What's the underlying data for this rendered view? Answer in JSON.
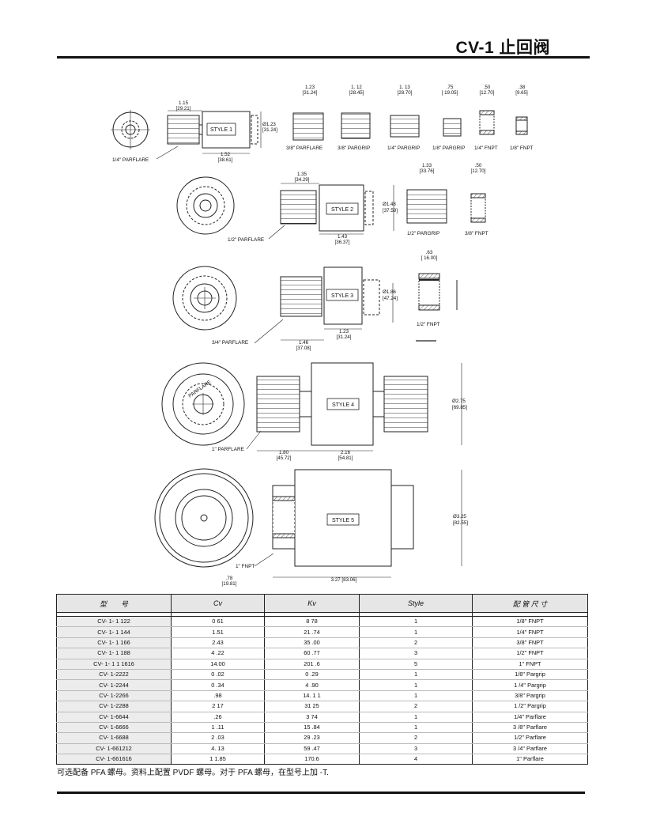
{
  "header": {
    "title": "CV-1 止回阀"
  },
  "styles": [
    {
      "name": "STYLE 1",
      "port": "1/4\"  PARFLARE",
      "len_top": "1.15",
      "len_top_mm": "[29.21]",
      "dia": "Ø1.23",
      "dia_mm": "[31.24]",
      "len_bot": "1.52",
      "len_bot_mm": "[38.61]"
    },
    {
      "name": "STYLE 2",
      "port": "1/2\" PARFLARE",
      "len_top": "1.35",
      "len_top_mm": "[34.29]",
      "dia": "Ø1.48",
      "dia_mm": "[37.59]",
      "len_bot": "1.43",
      "len_bot_mm": "[36.37]"
    },
    {
      "name": "STYLE 3",
      "port": "3/4\"  PARFLARE",
      "dia": "Ø1.86",
      "dia_mm": "[47.24]",
      "len_a": "1.46",
      "len_a_mm": "[37.08]",
      "len_b": "1.23",
      "len_b_mm": "[31.24]"
    },
    {
      "name": "STYLE 4",
      "port": "1\" PARFLARE",
      "dia": "Ø2.75",
      "dia_mm": "[69.85]",
      "len_a": "1.80",
      "len_a_mm": "[45.72]",
      "len_b": "2.16",
      "len_b_mm": "[54.81]",
      "nut_text": "PARFLARE"
    },
    {
      "name": "STYLE 5",
      "port": "1\" FNPT",
      "dia": "Ø3.25",
      "dia_mm": "[82.55]",
      "len_a": ".78",
      "len_a_mm": "[19.81]",
      "len_b": "3.27 [83.06]"
    }
  ],
  "fittings_row1": [
    {
      "label": "3/8\"  PARFLARE",
      "dim": "1.23",
      "dim_mm": "[31.24]"
    },
    {
      "label": "3/8\"  PARGRIP",
      "dim": "1. 12",
      "dim_mm": "[28.45]"
    },
    {
      "label": "1/4\"  PARGRIP",
      "dim": "1. 13",
      "dim_mm": "[28.70]"
    },
    {
      "label": "1/8\"  PARGRIP",
      "dim": ".75",
      "dim_mm": "[ 19.05]"
    },
    {
      "label": "1/4\"  FNPT",
      "dim": ".50",
      "dim_mm": "[12.70]"
    },
    {
      "label": "1/8\"  FNPT",
      "dim": ".38",
      "dim_mm": "[9.65]"
    }
  ],
  "fittings_row2": [
    {
      "label": "1/2\"  PARGRIP",
      "dim": "1.33",
      "dim_mm": "[33.76]"
    },
    {
      "label": "3/8\"  FNPT",
      "dim": ".50",
      "dim_mm": "[12.70]"
    }
  ],
  "fittings_row3": [
    {
      "label": "1/2\"  FNPT",
      "dim": ".63",
      "dim_mm": "[ 16.00]"
    }
  ],
  "table": {
    "headers": [
      "型　　号",
      "Cv",
      "Kv",
      "Style",
      "配 管 尺 寸"
    ],
    "rows": [
      [
        "CV- 1- 1 122",
        "0 61",
        "8 78",
        "1",
        "1/8\"  FNPT"
      ],
      [
        "CV- 1- 1 144",
        "1.51",
        "21 .74",
        "1",
        "1/4\"  FNPT"
      ],
      [
        "CV- 1- 1 166",
        "2.43",
        "35 .00",
        "2",
        "3/8\"  FNPT"
      ],
      [
        "CV- 1- 1 188",
        "4 .22",
        "60 .77",
        "3",
        "1/2\"  FNPT"
      ],
      [
        "CV- 1- 1 1 1616",
        "14.00",
        "201 .6",
        "5",
        "1\"  FNPT"
      ],
      [
        "CV- 1-2222",
        "0 .02",
        "0 .29",
        "1",
        "1/8\"  Pargrip"
      ],
      [
        "CV- 1-2244",
        "0 .34",
        "4 .90",
        "1",
        "1 /4\"  Pargrip"
      ],
      [
        "CV- 1-2266",
        ".98",
        "14. 1 1",
        "1",
        "3/8\"  Pargrip"
      ],
      [
        "CV- 1-2288",
        "2 17",
        "31 25",
        "2",
        "1 /2\"  Pargrip"
      ],
      [
        "CV- 1-6644",
        ".26",
        "3 74",
        "1",
        "1/4\"  Parflare"
      ],
      [
        "CV- 1-6666",
        "1 .11",
        "15 .84",
        "1",
        "3 /8\"  Parflare"
      ],
      [
        "CV- 1-6688",
        "2 .03",
        "29 .23",
        "2",
        "1/2\"  Parflare"
      ],
      [
        "CV- 1-661212",
        "4. 13",
        "59 .47",
        "3",
        "3 /4\"  Parflare"
      ],
      [
        "CV- 1-661616",
        "1 1.85",
        "170.6",
        "4",
        "1\"  Parflare"
      ]
    ]
  },
  "note": "可选配备 PFA 螺母。资料上配置 PVDF 螺母。对于 PFA 螺母，在型号上加 -T."
}
